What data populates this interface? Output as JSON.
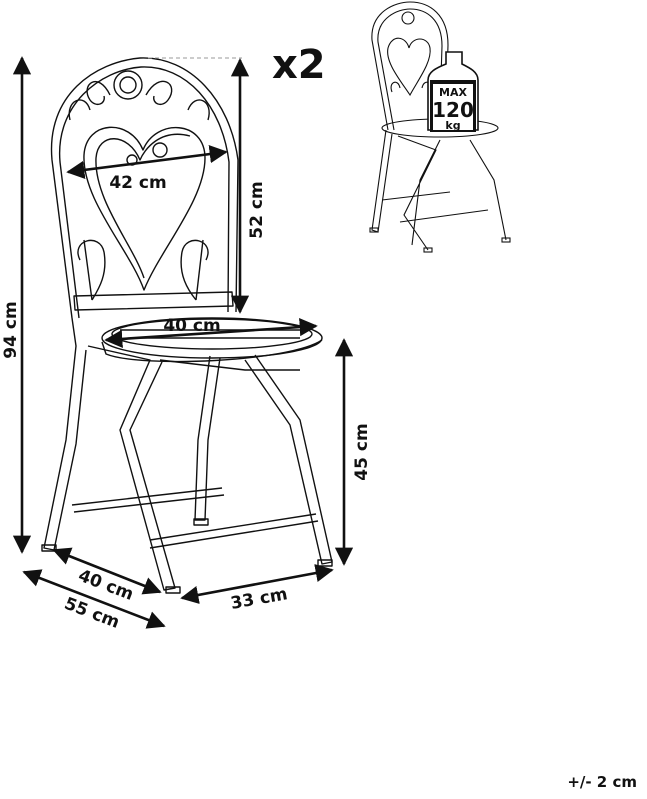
{
  "multiplier": "x2",
  "dimensions": {
    "total_height": "94 cm",
    "back_height": "52 cm",
    "back_width": "42 cm",
    "seat_diameter": "40 cm",
    "seat_height": "45 cm",
    "depth_floor": "40 cm",
    "depth_total": "55 cm",
    "width_floor": "33 cm"
  },
  "load_badge": {
    "line1": "MAX",
    "line2": "120",
    "line3": "kg"
  },
  "tolerance": "+/- 2 cm",
  "colors": {
    "ink": "#111111",
    "background": "#ffffff"
  }
}
